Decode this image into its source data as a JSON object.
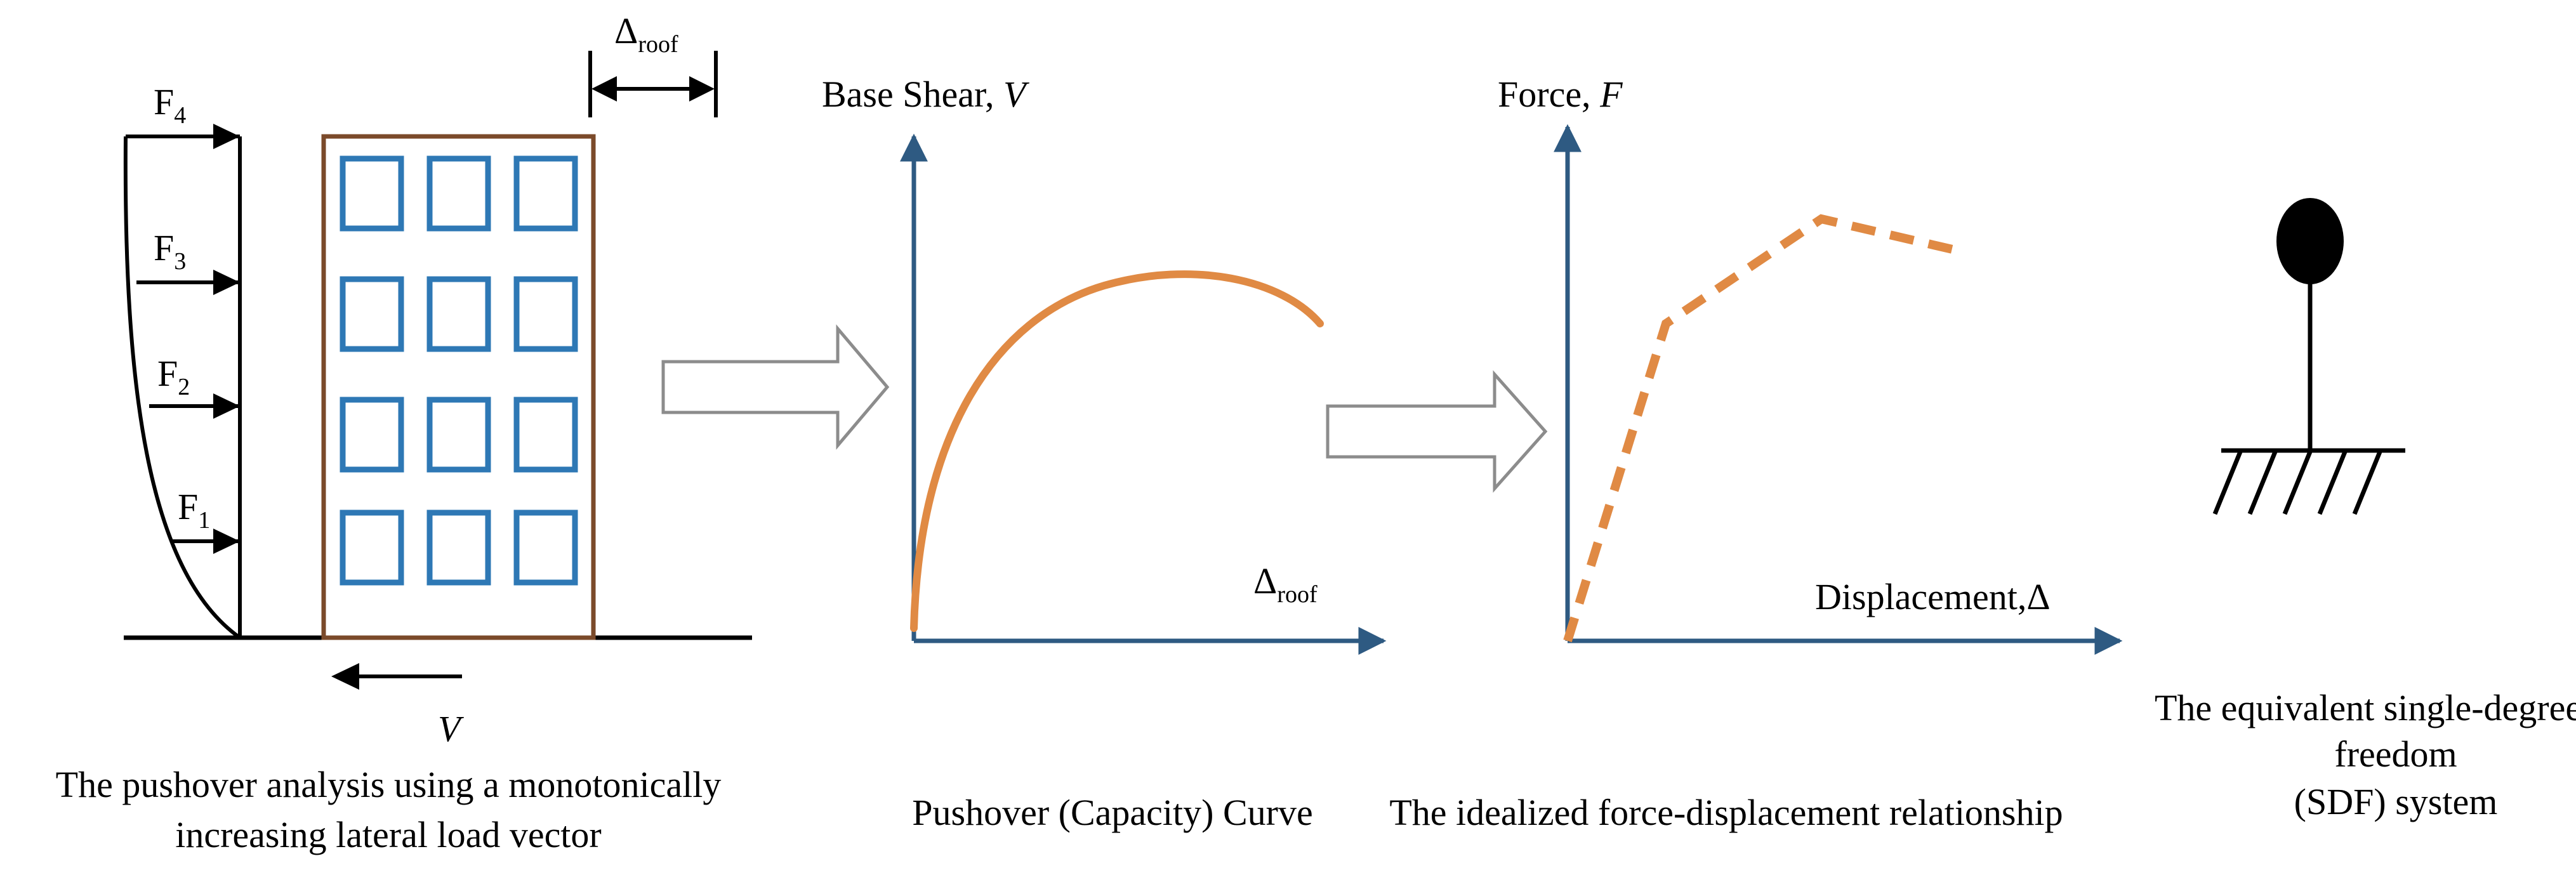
{
  "panel_building": {
    "forces": [
      {
        "symbol": "F",
        "subscript": "4"
      },
      {
        "symbol": "F",
        "subscript": "3"
      },
      {
        "symbol": "F",
        "subscript": "2"
      },
      {
        "symbol": "F",
        "subscript": "1"
      }
    ],
    "roof_displacement": {
      "symbol": "Δ",
      "subscript": "roof"
    },
    "base_shear_symbol": "V",
    "caption_line1": "The pushover analysis using a monotonically",
    "caption_line2": "increasing lateral load vector"
  },
  "panel_pushover": {
    "y_axis_label": "Base Shear, ",
    "y_axis_symbol": "V",
    "x_axis_symbol": "Δ",
    "x_axis_subscript": "roof",
    "caption": "Pushover (Capacity) Curve"
  },
  "panel_idealized": {
    "y_axis_label": "Force, ",
    "y_axis_symbol": "F",
    "x_axis_label": "Displacement,",
    "x_axis_symbol": "Δ",
    "caption": "The idealized force-displacement relationship"
  },
  "panel_sdf": {
    "caption_line1": "The equivalent single-degree-of-",
    "caption_line2": "freedom",
    "caption_line3": "(SDF) system"
  },
  "colors": {
    "building_frame": "#7B4A2A",
    "windows": "#2E78B5",
    "axes": "#2E5A82",
    "curve": "#E08A44",
    "arrow_outline": "#8C8C8C"
  }
}
